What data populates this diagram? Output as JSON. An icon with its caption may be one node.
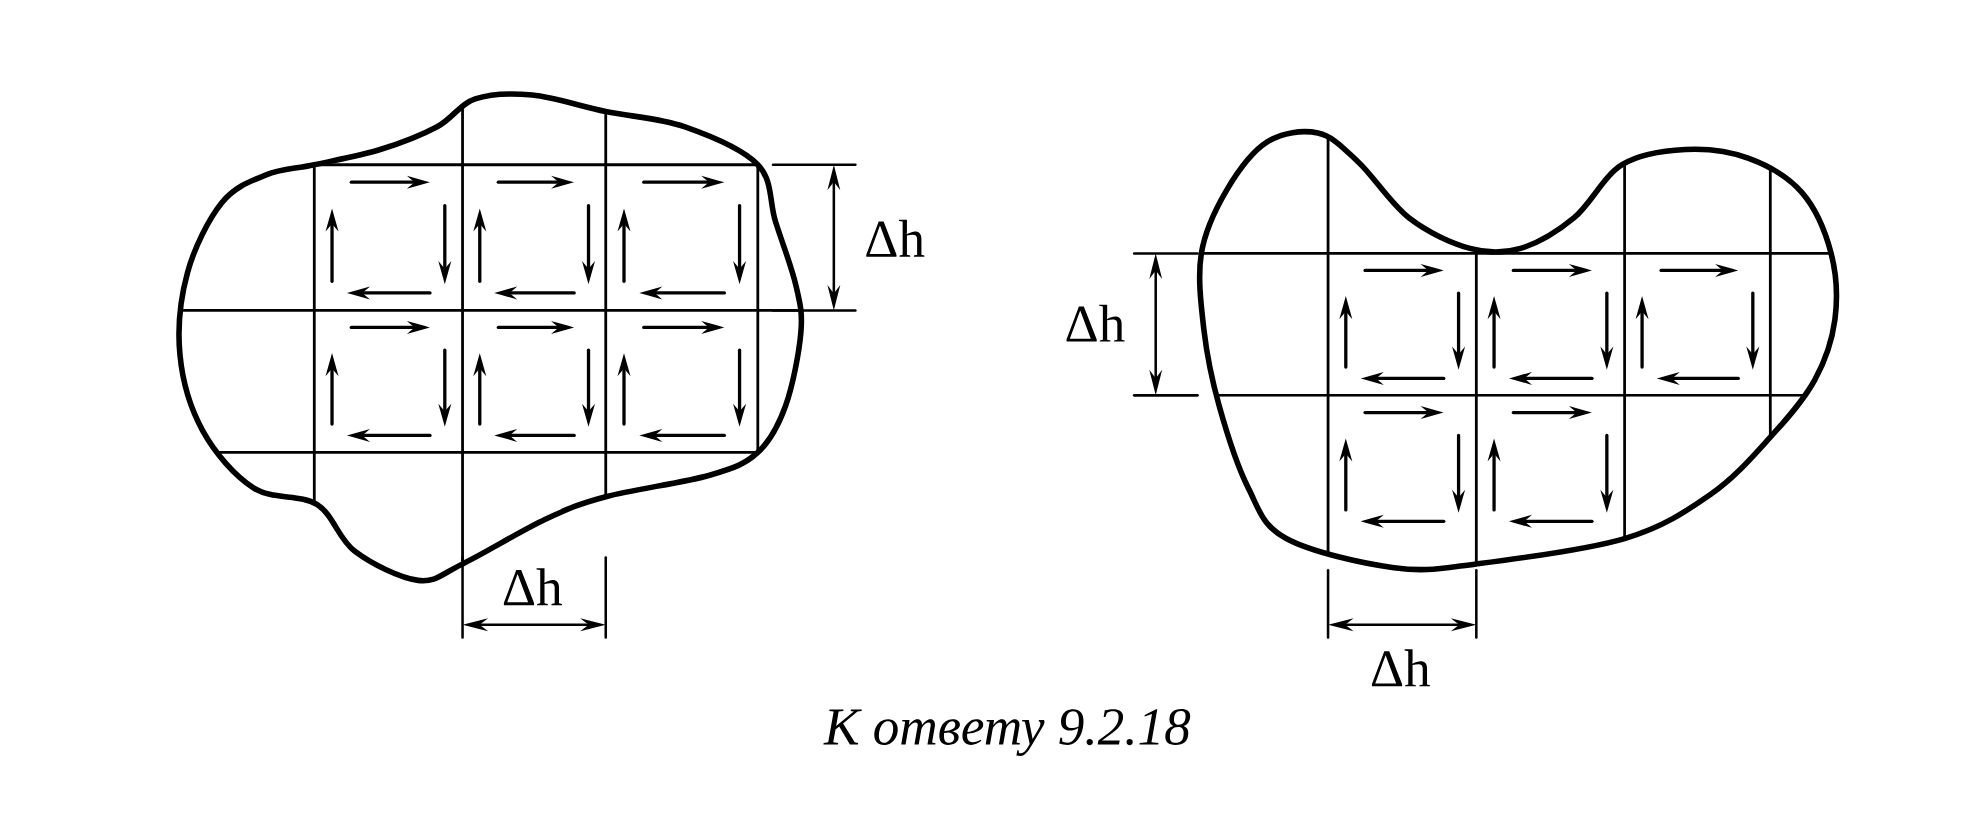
{
  "diagram": {
    "caption": "К ответу 9.2.18",
    "labels": [
      "Δh",
      "Δh",
      "Δh",
      "Δh"
    ]
  }
}
